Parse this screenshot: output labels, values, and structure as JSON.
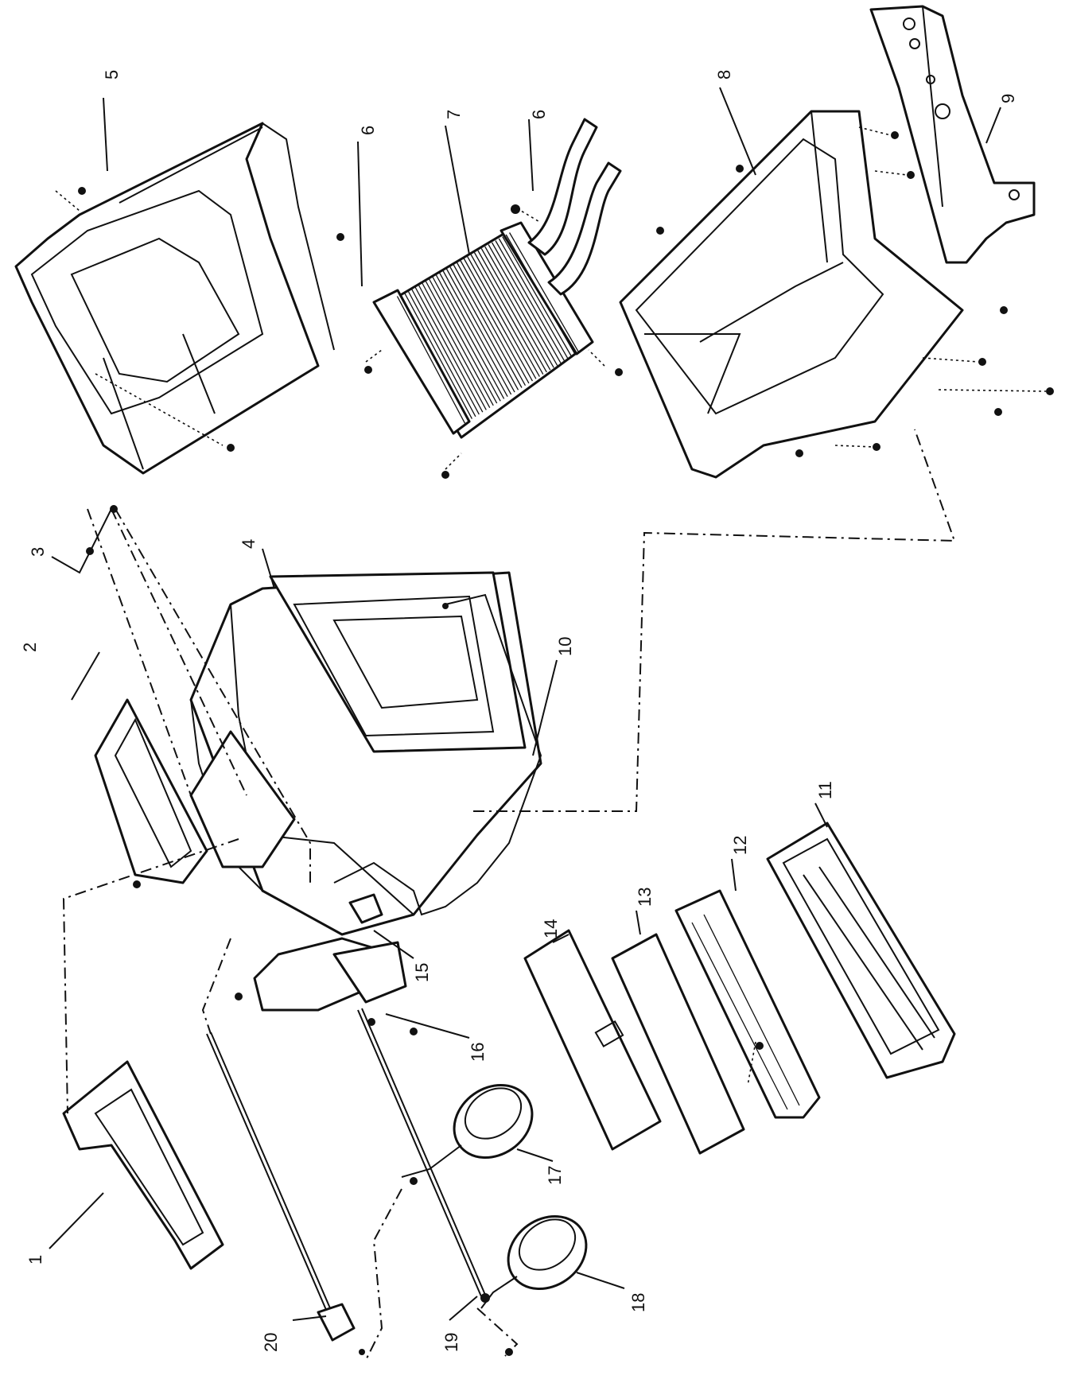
{
  "diagram": {
    "callouts": [
      {
        "id": "c1",
        "text": "1"
      },
      {
        "id": "c2",
        "text": "2"
      },
      {
        "id": "c3",
        "text": "3"
      },
      {
        "id": "c4",
        "text": "4"
      },
      {
        "id": "c5",
        "text": "5"
      },
      {
        "id": "c6a",
        "text": "6"
      },
      {
        "id": "c6b",
        "text": "6"
      },
      {
        "id": "c7",
        "text": "7"
      },
      {
        "id": "c8",
        "text": "8"
      },
      {
        "id": "c9",
        "text": "9"
      },
      {
        "id": "c10",
        "text": "10"
      },
      {
        "id": "c11",
        "text": "11"
      },
      {
        "id": "c12",
        "text": "12"
      },
      {
        "id": "c13",
        "text": "13"
      },
      {
        "id": "c14",
        "text": "14"
      },
      {
        "id": "c15",
        "text": "15"
      },
      {
        "id": "c16",
        "text": "16"
      },
      {
        "id": "c17",
        "text": "17"
      },
      {
        "id": "c18",
        "text": "18"
      },
      {
        "id": "c19",
        "text": "19"
      },
      {
        "id": "c20",
        "text": "20"
      }
    ],
    "colors": {
      "ink": "#111111",
      "paper": "#ffffff"
    }
  }
}
